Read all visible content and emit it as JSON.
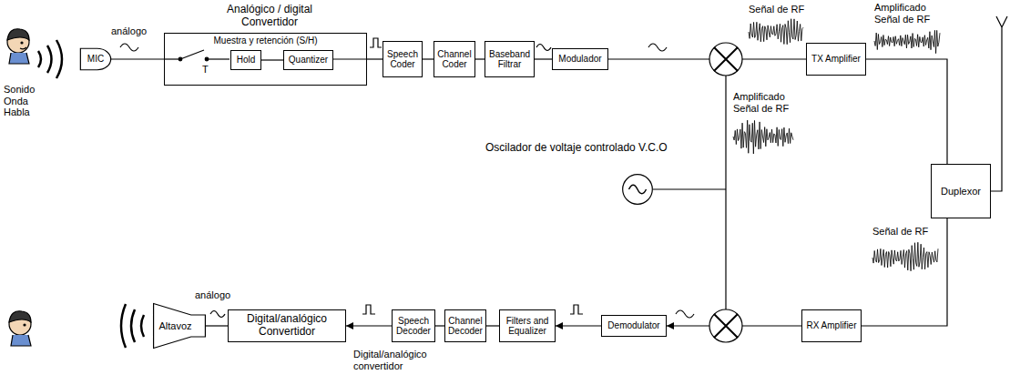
{
  "diagram": {
    "nodes": [
      {
        "text": [
          "MIC"
        ]
      },
      {
        "text": [
          "Analógico / digital Convertidor",
          "Muestra y retención (S/H)"
        ]
      },
      {
        "text": [
          "Hold"
        ],
        "in": 1
      },
      {
        "text": [
          "Quantizer"
        ],
        "in": 1
      },
      {
        "text": [
          "Speech Coder"
        ]
      },
      {
        "text": [
          "Channel Coder"
        ]
      },
      {
        "text": [
          "Baseband Filtrar"
        ]
      },
      {
        "text": [
          "Modulador"
        ]
      },
      {
        "text": [
          "TX Amplifier"
        ]
      },
      {
        "text": [
          "Oscilador de voltaje controlado V.C.O"
        ]
      },
      {
        "text": [
          "Duplexor"
        ]
      },
      {
        "text": [
          "RX Amplifier"
        ]
      },
      {
        "text": [
          "Demodulator"
        ]
      },
      {
        "text": [
          "Filters and Equalizer"
        ]
      },
      {
        "text": [
          "Channel Decoder"
        ]
      },
      {
        "text": [
          "Speech Decoder"
        ]
      },
      {
        "text": [
          "Digital/analógico Convertidor"
        ]
      },
      {
        "text": [
          "Altavoz"
        ]
      }
    ],
    "edges": [
      {
        "from": 0,
        "to": 1,
        "arrow": "none"
      },
      {
        "from": 2,
        "to": 3,
        "arrow": "none"
      },
      {
        "from": 1,
        "to": 4,
        "arrow": "none"
      },
      {
        "from": 4,
        "to": 5,
        "arrow": "none"
      },
      {
        "from": 5,
        "to": 6,
        "arrow": "none"
      },
      {
        "from": 6,
        "to": 7,
        "arrow": "none"
      },
      {
        "from": 7,
        "to": 8,
        "arrow": "none"
      },
      {
        "from": 8,
        "to": 10,
        "arrow": "none"
      },
      {
        "from": 10,
        "to": 11,
        "arrow": "none"
      },
      {
        "from": 11,
        "to": 12,
        "arrow": "to"
      },
      {
        "from": 12,
        "to": 13,
        "arrow": "to"
      },
      {
        "from": 13,
        "to": 14,
        "arrow": "none"
      },
      {
        "from": 14,
        "to": 15,
        "arrow": "none"
      },
      {
        "from": 15,
        "to": 16,
        "arrow": "to"
      },
      {
        "from": 16,
        "to": 17,
        "arrow": "none"
      }
    ],
    "labels": [
      "Sonido Onda Habla",
      "análogo",
      "T",
      "Señal de RF",
      "Amplificado Señal de RF",
      "Amplificado Señal de RF",
      "Señal de RF",
      "análogo",
      "Digital/analógico convertidor"
    ]
  }
}
